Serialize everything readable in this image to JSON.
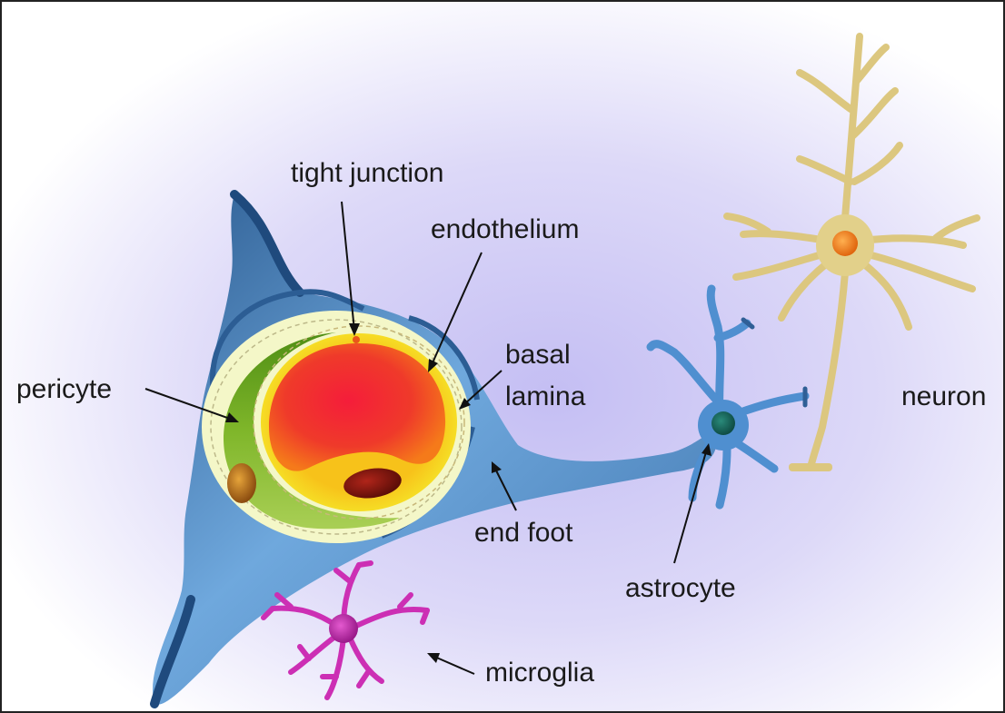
{
  "labels": {
    "tight_junction": "tight junction",
    "endothelium": "endothelium",
    "basal_lamina_line1": "basal",
    "basal_lamina_line2": "lamina",
    "pericyte": "pericyte",
    "neuron": "neuron",
    "end_foot": "end foot",
    "astrocyte": "astrocyte",
    "microglia": "microglia"
  },
  "colors": {
    "background_glow": "#c9c3f2",
    "astrocyte_blue": "#5f9bd6",
    "astrocyte_dark": "#2f5f96",
    "basal_lamina": "#f4f6c8",
    "pericyte_green": "#6aa51f",
    "endothelium_yellow": "#f4e21a",
    "lumen_red": "#ef2a2a",
    "nucleus_dark_red": "#8a1a10",
    "neuron_tan": "#e2d08a",
    "neuron_outline": "#b79e4b",
    "neuron_nucleus": "#f08a1a",
    "microglia_magenta": "#cc2fb4"
  }
}
